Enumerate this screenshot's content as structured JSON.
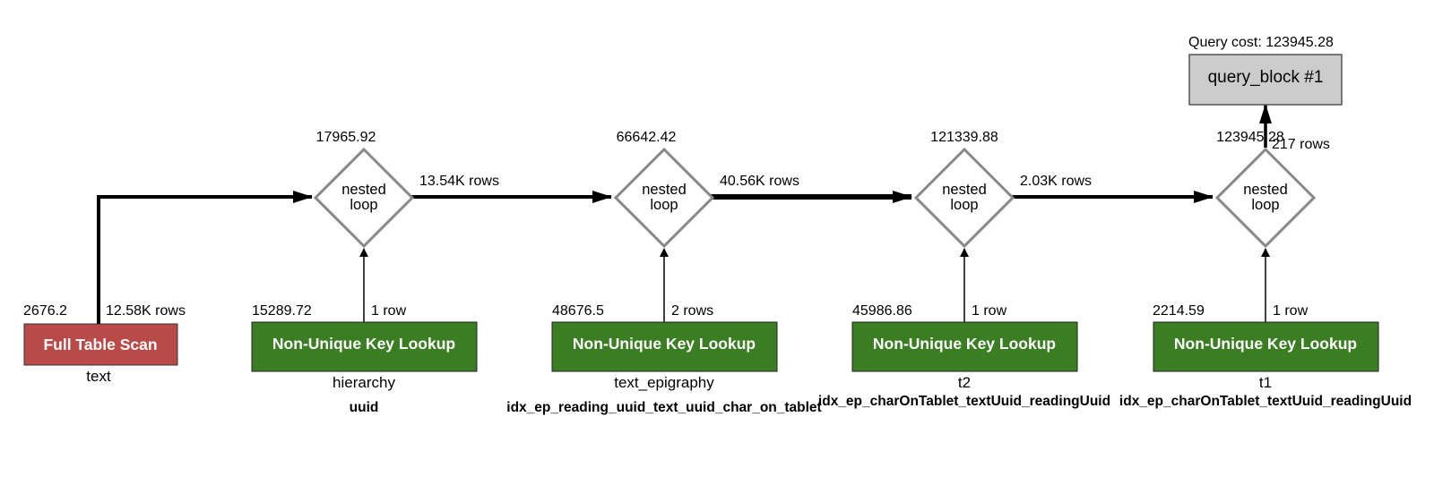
{
  "query_block": {
    "cost_label": "Query cost: 123945.28",
    "label": "query_block #1"
  },
  "loops": [
    {
      "cost": "17965.92",
      "label": [
        "nested",
        "loop"
      ],
      "out_rows": "13.54K rows"
    },
    {
      "cost": "66642.42",
      "label": [
        "nested",
        "loop"
      ],
      "out_rows": "40.56K rows"
    },
    {
      "cost": "121339.88",
      "label": [
        "nested",
        "loop"
      ],
      "out_rows": "2.03K rows"
    },
    {
      "cost": "123945.28",
      "label": [
        "nested",
        "loop"
      ],
      "out_rows": "217 rows"
    }
  ],
  "scan": {
    "cost": "2676.2",
    "rows": "12.58K rows",
    "label": "Full Table Scan",
    "table": "text",
    "color": "#b94a48"
  },
  "lookups": [
    {
      "cost": "15289.72",
      "rows": "1 row",
      "label": "Non-Unique Key Lookup",
      "table": "hierarchy",
      "index": "uuid"
    },
    {
      "cost": "48676.5",
      "rows": "2 rows",
      "label": "Non-Unique Key Lookup",
      "table": "text_epigraphy",
      "index": "idx_ep_reading_uuid_text_uuid_char_on_tablet"
    },
    {
      "cost": "45986.86",
      "rows": "1 row",
      "label": "Non-Unique Key Lookup",
      "table": "t2",
      "index": "idx_ep_charOnTablet_textUuid_readingUuid"
    },
    {
      "cost": "2214.59",
      "rows": "1 row",
      "label": "Non-Unique Key Lookup",
      "table": "t1",
      "index": "idx_ep_charOnTablet_textUuid_readingUuid"
    }
  ],
  "colors": {
    "lookup": "#3a7d22",
    "scan": "#b94a48",
    "query_block": "#cccccc",
    "diamond_stroke": "#888888"
  }
}
